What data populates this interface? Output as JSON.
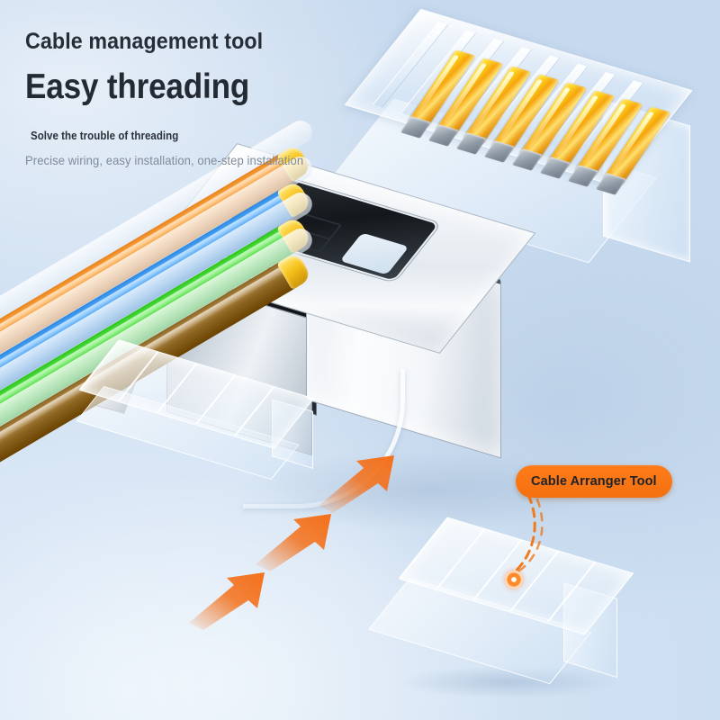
{
  "headline": {
    "title": "Cable management tool",
    "subtitle": "Easy threading",
    "benefit": "Solve the trouble of threading",
    "description": "Precise wiring, easy installation, one-step installation"
  },
  "callout": {
    "badge_label": "Cable Arranger Tool",
    "badge_color": "#f4700f",
    "badge_text_color": "#1d2228",
    "connector_line_color": "#ef7b1e",
    "marker_color": "#ff8a2b"
  },
  "product": {
    "name": "shielded-rj45-pass-through-connector",
    "pin_count": 8,
    "pin_color": "#ffd21f",
    "shield_color": "#eef2f6",
    "housing": "transparent-polycarbonate"
  },
  "cables": [
    {
      "name": "cable-orange",
      "color": "#e8821c",
      "tip_color": "#f6c21a"
    },
    {
      "name": "cable-blue",
      "color": "#2b86e0",
      "tip_color": "#f6c21a"
    },
    {
      "name": "cable-green",
      "color": "#2ec21f",
      "tip_color": "#f6c21a"
    },
    {
      "name": "cable-brown",
      "color": "#8a6320",
      "tip_color": "#f6c21a"
    }
  ],
  "arrows": {
    "name": "motion-arrows",
    "color": "#f4701a",
    "count": 3,
    "direction": "up-right"
  },
  "background": {
    "top_color": "#cfe0f2",
    "bottom_color": "#e3edf8"
  }
}
